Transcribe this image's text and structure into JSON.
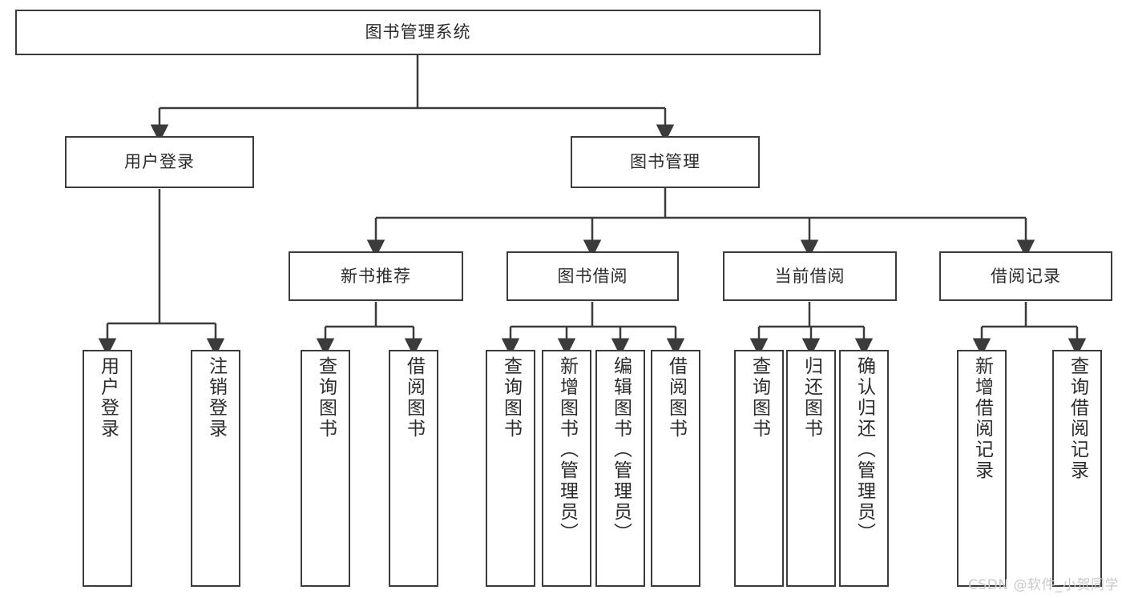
{
  "diagram": {
    "title_node": {
      "label": "图书管理系统"
    },
    "level2": [
      {
        "id": "user-login",
        "label": "用户登录"
      },
      {
        "id": "book-management",
        "label": "图书管理"
      }
    ],
    "level3": [
      {
        "id": "new-book-recommend",
        "label": "新书推荐"
      },
      {
        "id": "book-borrow",
        "label": "图书借阅"
      },
      {
        "id": "current-borrow",
        "label": "当前借阅"
      },
      {
        "id": "borrow-record",
        "label": "借阅记录"
      }
    ],
    "leaves": [
      {
        "id": "leaf-user-login",
        "label": "用户登录"
      },
      {
        "id": "leaf-user-logout",
        "label": "注销登录"
      },
      {
        "id": "leaf-query-book-1",
        "label": "查询图书"
      },
      {
        "id": "leaf-borrow-book-1",
        "label": "借阅图书"
      },
      {
        "id": "leaf-query-book-2",
        "label": "查询图书"
      },
      {
        "id": "leaf-add-book",
        "label": "新增图书（管理员）"
      },
      {
        "id": "leaf-edit-book",
        "label": "编辑图书（管理员）"
      },
      {
        "id": "leaf-borrow-book-2",
        "label": "借阅图书"
      },
      {
        "id": "leaf-query-book-3",
        "label": "查询图书"
      },
      {
        "id": "leaf-return-book",
        "label": "归还图书"
      },
      {
        "id": "leaf-confirm-return",
        "label": "确认归还（管理员）"
      },
      {
        "id": "leaf-add-record",
        "label": "新增借阅记录"
      },
      {
        "id": "leaf-query-record",
        "label": "查询借阅记录"
      }
    ],
    "colors": {
      "border": "#3b3b3b",
      "text": "#2b2b2b",
      "background": "#ffffff",
      "watermark": "#c9c9c9"
    }
  },
  "watermark": {
    "text": "CSDN @软件_小贺同学"
  }
}
